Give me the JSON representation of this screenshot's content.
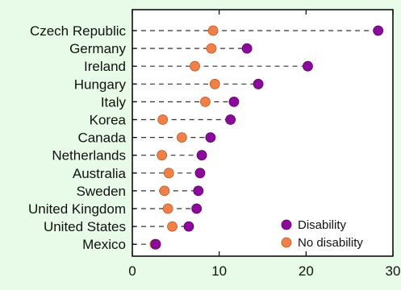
{
  "chart_data": {
    "type": "scatter",
    "title": "",
    "xlabel": "",
    "ylabel": "",
    "categories": [
      "Czech Republic",
      "Germany",
      "Ireland",
      "Hungary",
      "Italy",
      "Korea",
      "Canada",
      "Netherlands",
      "Australia",
      "Sweden",
      "United Kingdom",
      "United States",
      "Mexico"
    ],
    "series": [
      {
        "name": "Disability",
        "color": "#8b0a9c",
        "values": [
          28.3,
          13.2,
          20.2,
          14.5,
          11.7,
          11.3,
          9.0,
          8.0,
          7.8,
          7.6,
          7.4,
          6.5,
          2.7
        ]
      },
      {
        "name": "No disability",
        "color": "#f08048",
        "values": [
          9.3,
          9.1,
          7.2,
          9.5,
          8.4,
          3.5,
          5.7,
          3.4,
          4.2,
          3.7,
          4.1,
          4.6,
          2.6
        ]
      }
    ],
    "xlim": [
      0,
      30
    ],
    "xticks": [
      "0",
      "10",
      "20",
      "30"
    ],
    "legend_position": "bottom-right",
    "grid": false
  }
}
